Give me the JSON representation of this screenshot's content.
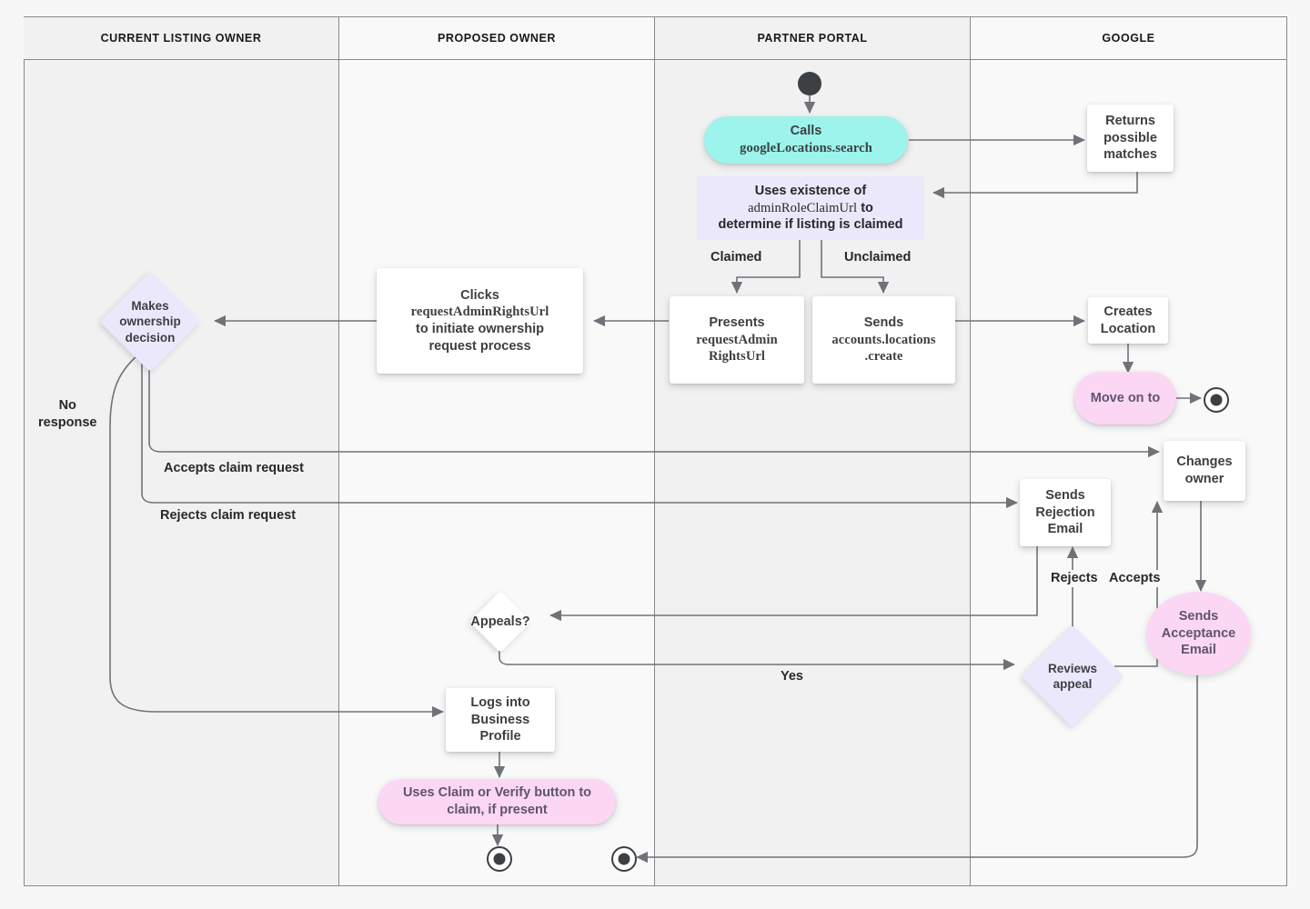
{
  "diagram": {
    "title": "Business Profile listing ownership transfer flow",
    "colors": {
      "lane_odd": "#f1f1f1",
      "lane_even": "#f9f9f9",
      "lane_border": "#8a8a8a",
      "edge": "#6f7378",
      "box_fill": "#ffffff",
      "cyan_fill": "#9cf4ec",
      "pink_fill": "#fbd7f3",
      "purple_fill": "#eae8fa",
      "text": "#3c4043",
      "terminal": "#3c4043"
    }
  },
  "lanes": [
    {
      "id": "current-listing-owner",
      "label": "CURRENT LISTING OWNER"
    },
    {
      "id": "proposed-owner",
      "label": "PROPOSED OWNER"
    },
    {
      "id": "partner-portal",
      "label": "PARTNER PORTAL"
    },
    {
      "id": "google",
      "label": "GOOGLE"
    }
  ],
  "nodes": {
    "start": {
      "shape": "start-terminal"
    },
    "calls_search": {
      "line1": "Calls",
      "line2": "googleLocations.search"
    },
    "returns_matches": {
      "text": "Returns\npossible\nmatches"
    },
    "uses_existence": {
      "line1": "Uses existence of",
      "line2": "adminRoleClaimUrl",
      "line3": " to",
      "line4": "determine if listing is claimed"
    },
    "presents_url": {
      "line1": "Presents",
      "line2": "requestAdmin",
      "line3": "RightsUrl"
    },
    "sends_create": {
      "line1": "Sends",
      "line2": "accounts.locations",
      "line3": ".create"
    },
    "clicks_url": {
      "line1": "Clicks",
      "line2": "requestAdminRightsUrl",
      "line3": "to initiate ownership",
      "line4": "request process"
    },
    "makes_decision": {
      "text": "Makes\nownership\ndecision"
    },
    "creates_location": {
      "text": "Creates\nLocation"
    },
    "move_on_to": {
      "text": "Move on to"
    },
    "changes_owner": {
      "text": "Changes\nowner"
    },
    "sends_rejection": {
      "text": "Sends\nRejection\nEmail"
    },
    "sends_acceptance": {
      "text": "Sends\nAcceptance\nEmail"
    },
    "reviews_appeal": {
      "text": "Reviews\nappeal"
    },
    "appeals": {
      "text": "Appeals?"
    },
    "logs_into": {
      "text": "Logs into\nBusiness\nProfile"
    },
    "uses_claim": {
      "text": "Uses Claim or Verify button to\nclaim, if present"
    },
    "end_left": {
      "shape": "end-terminal"
    },
    "end_mid": {
      "shape": "end-terminal"
    },
    "end_right": {
      "shape": "end-terminal"
    }
  },
  "edge_labels": {
    "claimed": "Claimed",
    "unclaimed": "Unclaimed",
    "no_response": "No\nresponse",
    "accepts_claim": "Accepts claim request",
    "rejects_claim": "Rejects claim request",
    "rejects": "Rejects",
    "accepts": "Accepts",
    "yes": "Yes"
  }
}
